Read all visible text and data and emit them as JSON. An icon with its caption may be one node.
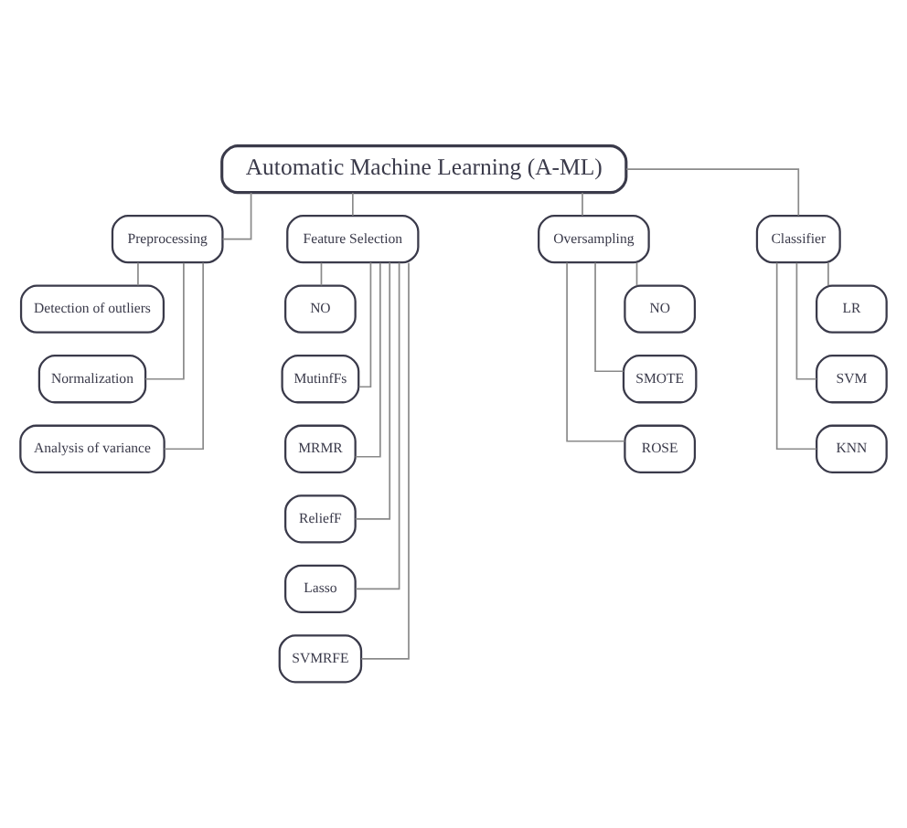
{
  "diagram": {
    "nodes": [
      {
        "text": [
          "Automatic Machine Learning (A-ML)"
        ]
      },
      {
        "text": [
          "Preprocessing"
        ]
      },
      {
        "text": [
          "Detection of outliers"
        ]
      },
      {
        "text": [
          "Normalization"
        ]
      },
      {
        "text": [
          "Analysis of variance"
        ]
      },
      {
        "text": [
          "Feature Selection"
        ]
      },
      {
        "text": [
          "NO"
        ]
      },
      {
        "text": [
          "MutinfFs"
        ]
      },
      {
        "text": [
          "MRMR"
        ]
      },
      {
        "text": [
          "ReliefF"
        ]
      },
      {
        "text": [
          "Lasso"
        ]
      },
      {
        "text": [
          "SVMRFE"
        ]
      },
      {
        "text": [
          "Oversampling"
        ]
      },
      {
        "text": [
          "NO"
        ]
      },
      {
        "text": [
          "SMOTE"
        ]
      },
      {
        "text": [
          "ROSE"
        ]
      },
      {
        "text": [
          "Classifier"
        ]
      },
      {
        "text": [
          "LR"
        ]
      },
      {
        "text": [
          "SVM"
        ]
      },
      {
        "text": [
          "KNN"
        ]
      }
    ],
    "edges": [
      {
        "from": 0,
        "to": 1,
        "arrow": "none"
      },
      {
        "from": 0,
        "to": 5,
        "arrow": "none"
      },
      {
        "from": 0,
        "to": 12,
        "arrow": "none"
      },
      {
        "from": 0,
        "to": 16,
        "arrow": "none"
      },
      {
        "from": 1,
        "to": 2,
        "arrow": "none"
      },
      {
        "from": 1,
        "to": 3,
        "arrow": "none"
      },
      {
        "from": 1,
        "to": 4,
        "arrow": "none"
      },
      {
        "from": 5,
        "to": 6,
        "arrow": "none"
      },
      {
        "from": 5,
        "to": 7,
        "arrow": "none"
      },
      {
        "from": 5,
        "to": 8,
        "arrow": "none"
      },
      {
        "from": 5,
        "to": 9,
        "arrow": "none"
      },
      {
        "from": 5,
        "to": 10,
        "arrow": "none"
      },
      {
        "from": 5,
        "to": 11,
        "arrow": "none"
      },
      {
        "from": 12,
        "to": 13,
        "arrow": "none"
      },
      {
        "from": 12,
        "to": 14,
        "arrow": "none"
      },
      {
        "from": 12,
        "to": 15,
        "arrow": "none"
      },
      {
        "from": 16,
        "to": 17,
        "arrow": "none"
      },
      {
        "from": 16,
        "to": 18,
        "arrow": "none"
      },
      {
        "from": 16,
        "to": 19,
        "arrow": "none"
      }
    ]
  }
}
